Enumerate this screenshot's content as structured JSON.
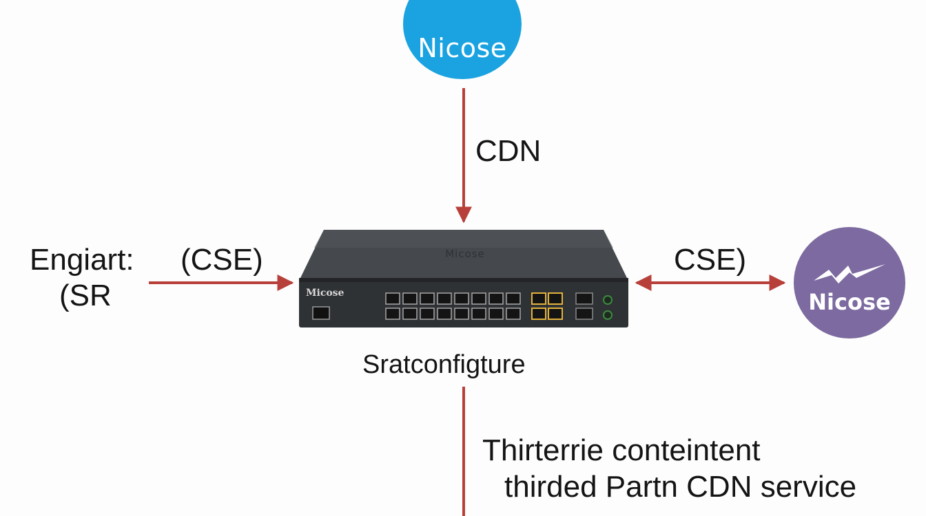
{
  "nodes": {
    "top": {
      "label": "Nicose",
      "color": "#1aa3e0"
    },
    "right": {
      "label": "Nicose",
      "color": "#7c6aa0",
      "logo": "lightning-swoosh-icon"
    },
    "switch": {
      "brand_top": "Micose",
      "brand_front": "Micose",
      "caption": "Sratconfigture",
      "icon": "network-switch-icon"
    }
  },
  "edges": {
    "top_to_switch": "CDN",
    "left_label_line1": "Engiart:",
    "left_label_line2": "(SR",
    "left_to_switch": "(CSE)",
    "switch_right": "CSE)",
    "bottom_line1": "Thirterrie conteintent",
    "bottom_line2": "thirded Partn CDN service"
  },
  "colors": {
    "arrow": "#b8403a",
    "switch_body": "#3d4043",
    "accent_port": "#e3b23c"
  }
}
